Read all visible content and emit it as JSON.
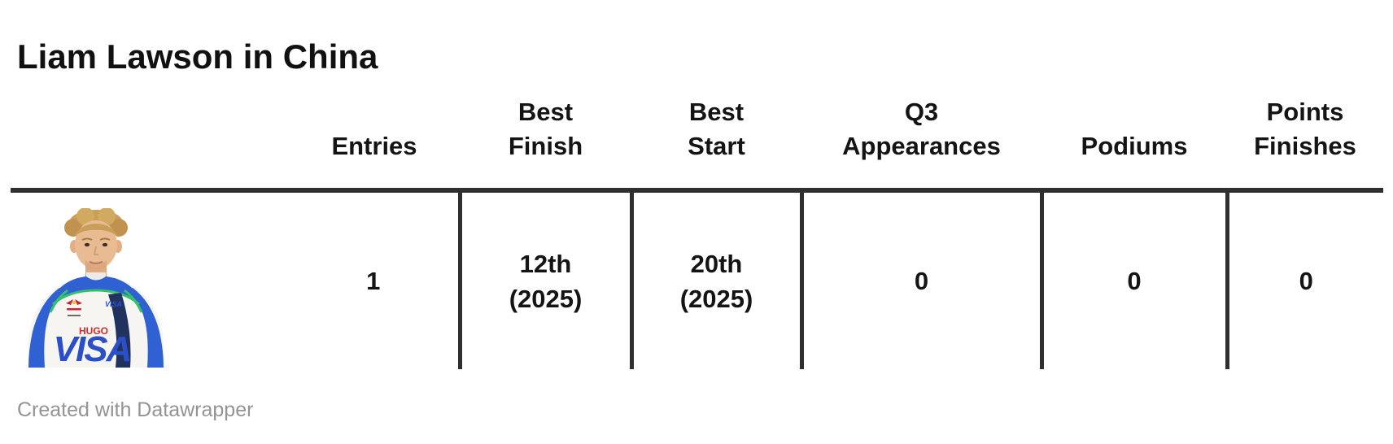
{
  "title": "Liam Lawson in China",
  "chart_data": {
    "type": "table",
    "title": "Liam Lawson in China",
    "columns": [
      "",
      "Entries",
      "Best Finish",
      "Best Start",
      "Q3 Appearances",
      "Podiums",
      "Points Finishes"
    ],
    "rows": [
      [
        "Liam Lawson (driver photo)",
        "1",
        "12th (2025)",
        "20th (2025)",
        "0",
        "0",
        "0"
      ]
    ],
    "credit": "Created with Datawrapper",
    "layout_hints": {
      "header_rule": "thick dark line under header",
      "column_dividers": "dark vertical rules between stat columns in body row only",
      "grid": "off"
    }
  },
  "header": {
    "photo": "",
    "entries": "Entries",
    "best_finish": "Best\nFinish",
    "best_start": "Best\nStart",
    "q3_appearances": "Q3\nAppearances",
    "podiums": "Podiums",
    "points_finishes": "Points\nFinishes"
  },
  "row": {
    "entries": "1",
    "best_finish": "12th\n(2025)",
    "best_start": "20th\n(2025)",
    "q3_appearances": "0",
    "podiums": "0",
    "points_finishes": "0"
  },
  "photo": {
    "visa_label": "VISA",
    "hugo_label": "HUGO"
  },
  "footer": {
    "credit": "Created with Datawrapper"
  },
  "colors": {
    "background": "#ffffff",
    "text": "#141414",
    "rule": "#2f2f2f",
    "credit_gray": "#949494",
    "suit_blue": "#3061d2",
    "visa_blue": "#2b4fc8",
    "hugo_red": "#d12b2b",
    "suit_green": "#35c06c"
  }
}
